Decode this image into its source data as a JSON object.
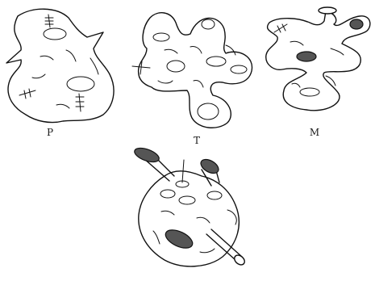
{
  "labels": {
    "p": "P",
    "t": "T",
    "m": "M"
  }
}
